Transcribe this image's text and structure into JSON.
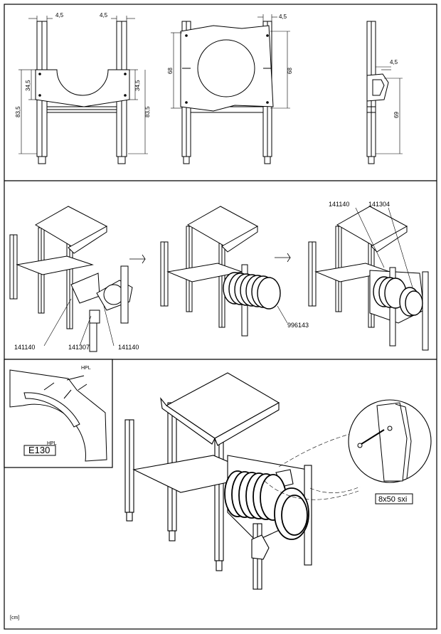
{
  "panel1": {
    "front": {
      "dim_top_left": "4,5",
      "dim_top_right": "4,5",
      "dim_left_inner": "34,5",
      "dim_left_outer": "83,5",
      "dim_right_inner": "34,5",
      "dim_right_outer": "83,5"
    },
    "back": {
      "dim_top": "4,5",
      "dim_left": "68",
      "dim_right": "68"
    },
    "side": {
      "dim_handle": "4,5",
      "dim_height": "69"
    }
  },
  "panel2": {
    "labels": [
      "141140",
      "141307",
      "141140",
      "996143",
      "141140",
      "141304"
    ]
  },
  "panel3": {
    "inset_material": "HPL",
    "inset_code": "E130",
    "inset_code_sup": "HPL",
    "screw_label": "8x50 sxi",
    "unit": "[cm]"
  }
}
